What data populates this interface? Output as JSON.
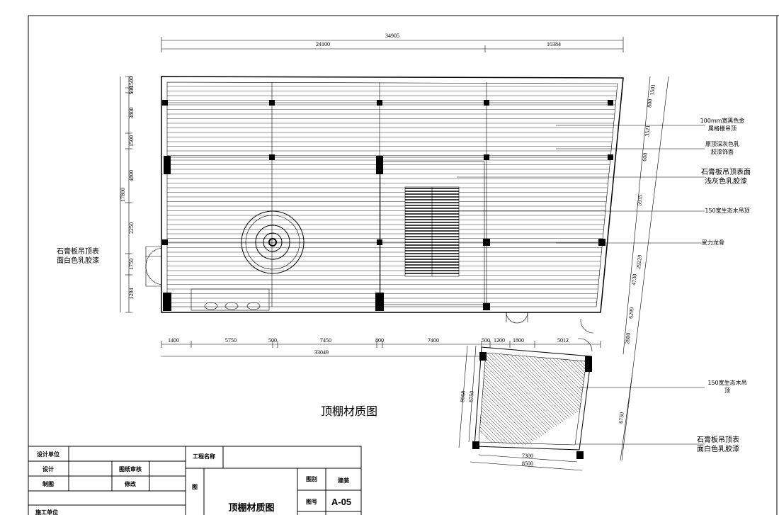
{
  "drawing": {
    "title": "顶棚材质图",
    "dims_top": {
      "overall": "34905",
      "left": "24100",
      "right": "10384"
    },
    "dims_left": [
      "1500",
      "500",
      "3800",
      "1500",
      "4800",
      "2250",
      "1750",
      "1294"
    ],
    "dims_left_total": "17800",
    "dims_bottom": [
      "1400",
      "5750",
      "500",
      "7450",
      "800",
      "7400",
      "500",
      "1200",
      "1800",
      "5012"
    ],
    "dims_bottom_total": "33049",
    "dims_right": [
      "1501",
      "800",
      "3521",
      "600",
      "5935",
      "4730",
      "6299",
      "2800"
    ],
    "dims_right_total": "29229",
    "annex_dims": {
      "left_outer": "8068",
      "left_inner": "6750",
      "bottom_inner": "7300",
      "bottom_outer": "8500",
      "right": "6750"
    },
    "labels_left": {
      "line1": "石膏板吊顶表",
      "line2": "面白色乳胶漆"
    },
    "labels_right": [
      {
        "line1": "100mm宽黑色金",
        "line2": "属格栅吊顶"
      },
      {
        "line1": "原顶深灰色乳",
        "line2": "胶漆饰面"
      },
      {
        "line1": "石膏板吊顶表面",
        "line2": "浅灰色乳胶漆"
      },
      {
        "line1": "150宽生态木吊顶",
        "line2": ""
      },
      {
        "line1": "受力龙骨",
        "line2": ""
      },
      {
        "line1": "150宽生态木吊",
        "line2": "顶"
      },
      {
        "line1": "石膏板吊顶表",
        "line2": "面白色乳胶漆"
      }
    ]
  },
  "title_block": {
    "design_unit": "设计单位",
    "project_name": "工程名称",
    "design": "设计",
    "review": "图纸审核",
    "drafting": "制图",
    "revision": "修改",
    "construction_unit": "施工单位",
    "drawing_char": "图",
    "drawing_name": "顶棚材质图",
    "category_label": "图别",
    "category_value": "建装",
    "number_label": "图号",
    "number_value": "A-05"
  }
}
